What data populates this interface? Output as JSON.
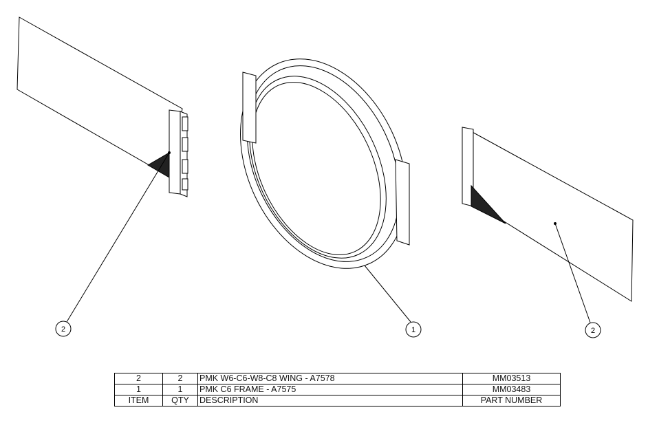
{
  "balloons": [
    {
      "item": "2"
    },
    {
      "item": "1"
    },
    {
      "item": "2"
    }
  ],
  "bom": {
    "rows": [
      {
        "item": "2",
        "qty": "2",
        "description": "PMK W6-C6-W8-C8 WING - A7578",
        "part_number": "MM03513"
      },
      {
        "item": "1",
        "qty": "1",
        "description": "PMK C6 FRAME - A7575",
        "part_number": "MM03483"
      }
    ],
    "header": {
      "item": "ITEM",
      "qty": "QTY",
      "description": "DESCRIPTION",
      "part_number": "PART NUMBER"
    }
  }
}
